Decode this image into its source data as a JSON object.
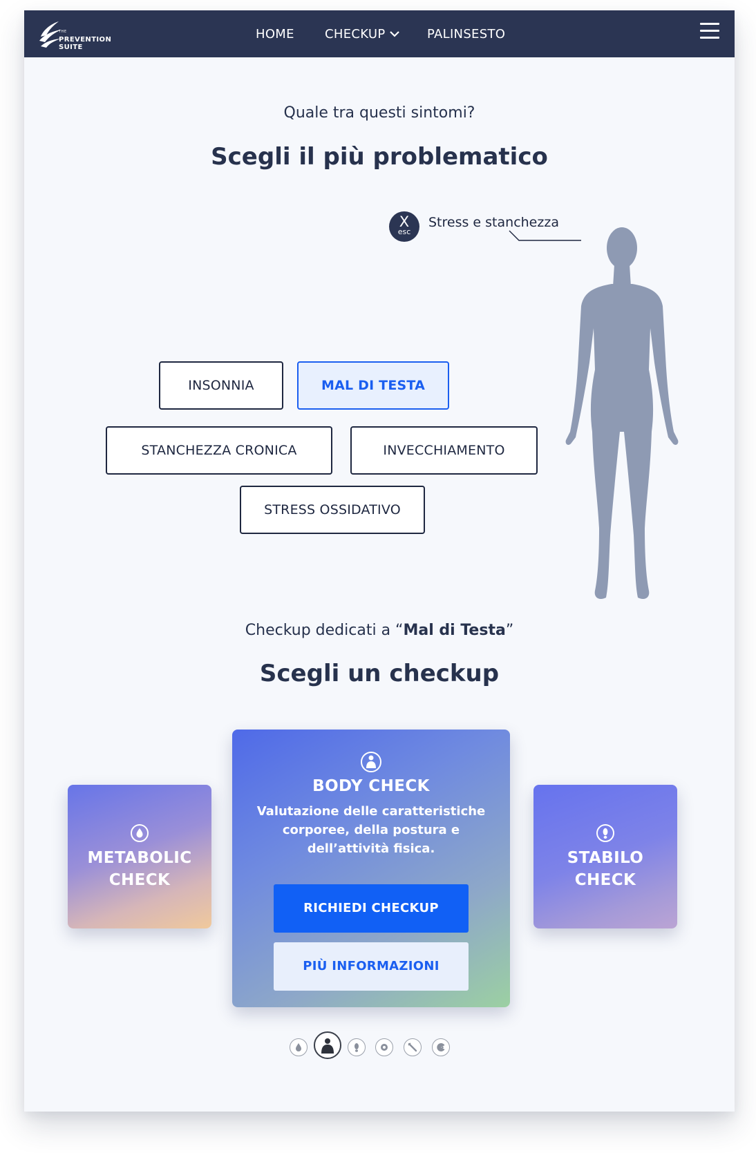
{
  "nav": {
    "logo_the": "THE",
    "logo_line1": "PREVENTION",
    "logo_line2": "SUITE",
    "home": "HOME",
    "checkup": "CHECKUP",
    "palinsesto": "PALINSESTO"
  },
  "symptoms_section": {
    "subtitle": "Quale tra questi sintomi?",
    "title": "Scegli il più problematico",
    "esc_x": "X",
    "esc_label": "esc",
    "selected_area": "Stress e stanchezza",
    "options": [
      {
        "label": "INSONNIA",
        "active": false
      },
      {
        "label": "MAL DI TESTA",
        "active": true
      },
      {
        "label": "STANCHEZZA CRONICA",
        "active": false
      },
      {
        "label": "INVECCHIAMENTO",
        "active": false
      },
      {
        "label": "STRESS OSSIDATIVO",
        "active": false
      }
    ]
  },
  "checkup_section": {
    "subtitle_prefix": "Checkup dedicati a “",
    "subtitle_topic": "Mal di Testa",
    "subtitle_suffix": "”",
    "title": "Scegli un checkup",
    "cards": {
      "left": {
        "line1": "METABOLIC",
        "line2": "CHECK",
        "icon": "drop-icon"
      },
      "center": {
        "title": "BODY CHECK",
        "icon": "person-icon",
        "description": "Valutazione delle caratteristiche corporee, della postura e dell’attività fisica.",
        "primary_button": "RICHIEDI CHECKUP",
        "secondary_button": "PIÙ INFORMAZIONI"
      },
      "right": {
        "line1": "STABILO",
        "line2": "CHECK",
        "icon": "footprint-icon"
      }
    },
    "carousel_dots": [
      {
        "icon": "drop-icon",
        "active": false
      },
      {
        "icon": "person-icon",
        "active": true
      },
      {
        "icon": "footprint-icon",
        "active": false
      },
      {
        "icon": "target-icon",
        "active": false
      },
      {
        "icon": "syringe-icon",
        "active": false
      },
      {
        "icon": "pacman-icon",
        "active": false
      }
    ]
  },
  "colors": {
    "navbar": "#2b3553",
    "accent": "#1160f5",
    "silhouette": "#8e9ab3",
    "text": "#27324d"
  }
}
